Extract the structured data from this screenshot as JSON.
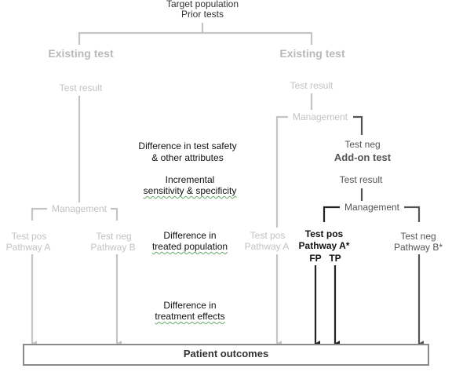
{
  "colors": {
    "light_line": "#c4c4c4",
    "dark_line": "#555555",
    "black_line": "#222222"
  },
  "top": {
    "line1": "Target population",
    "line2": "Prior tests"
  },
  "left": {
    "existing_test": "Existing test",
    "test_result": "Test result",
    "management": "Management",
    "pos_line1": "Test pos",
    "pos_line2": "Pathway A",
    "neg_line1": "Test neg",
    "neg_line2": "Pathway B"
  },
  "right": {
    "existing_test": "Existing test",
    "test_result": "Test result",
    "management": "Management",
    "pos_line1": "Test pos",
    "pos_line2": "Pathway A",
    "neg_label": "Test neg",
    "addon_test": "Add-on test",
    "addon_result": "Test result",
    "addon_management": "Management",
    "addon_pos_line1": "Test pos",
    "addon_pos_line2": "Pathway A*",
    "fp": "FP",
    "tp": "TP",
    "addon_neg_line1": "Test neg",
    "addon_neg_line2": "Pathway B*"
  },
  "middle": {
    "diff_safety_1": "Difference in test safety",
    "diff_safety_2": "& other attributes",
    "incr_1": "Incremental",
    "incr_2": "sensitivity & specificity",
    "treated_1": "Difference in",
    "treated_2": "treated population",
    "effects_1": "Difference in",
    "effects_2": "treatment effects"
  },
  "outcome": "Patient outcomes"
}
